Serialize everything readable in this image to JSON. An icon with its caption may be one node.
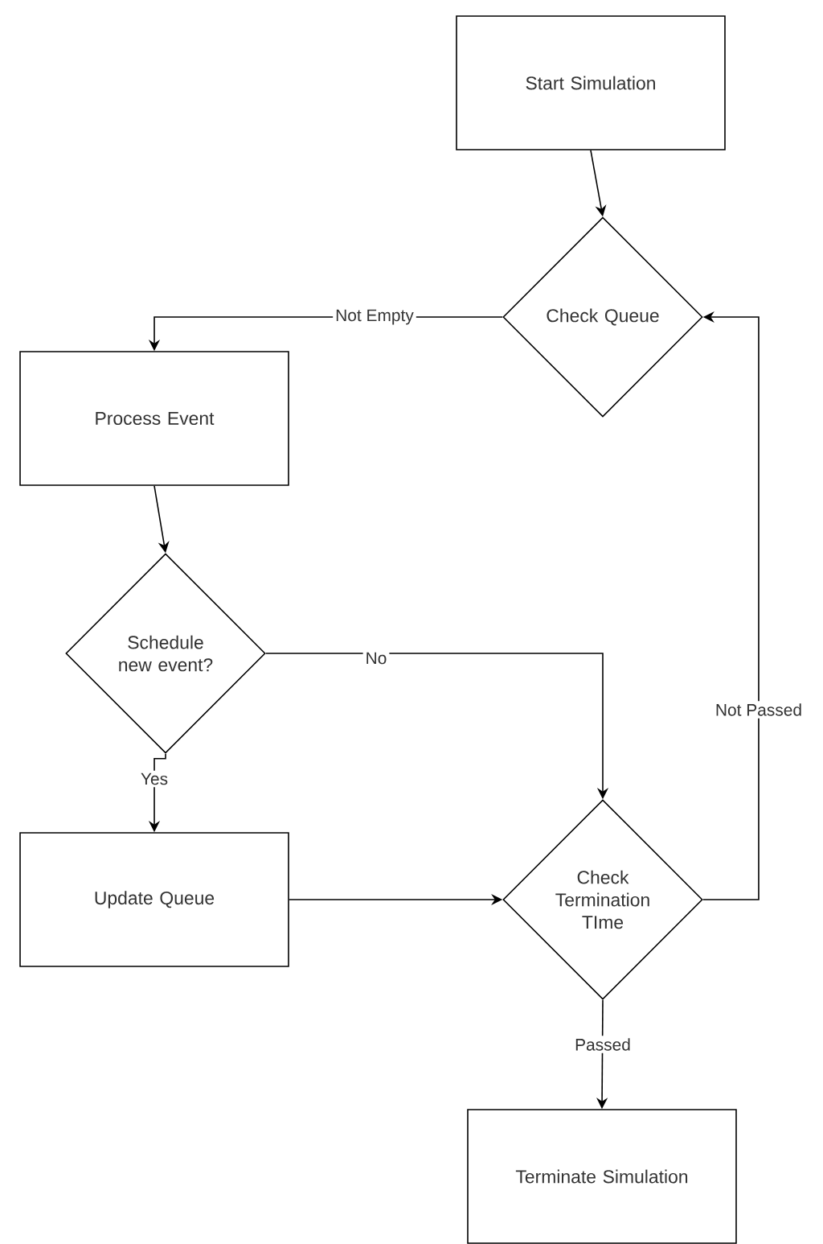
{
  "diagram": {
    "nodes": [
      {
        "text": [
          "Start Simulation"
        ]
      },
      {
        "text": [
          "Check Queue"
        ]
      },
      {
        "text": [
          "Process Event"
        ]
      },
      {
        "text": [
          "Schedule new event?"
        ]
      },
      {
        "text": [
          "Update Queue"
        ]
      },
      {
        "text": [
          "Check Termination TIme"
        ]
      },
      {
        "text": [
          "Terminate Simulation"
        ]
      }
    ],
    "edges": [
      {
        "from": 0,
        "to": 1,
        "arrow": "to"
      },
      {
        "from": 1,
        "to": 2,
        "arrow": "to",
        "label": "Not Empty"
      },
      {
        "from": 2,
        "to": 3,
        "arrow": "to"
      },
      {
        "from": 3,
        "to": 4,
        "arrow": "to",
        "label": "Yes"
      },
      {
        "from": 3,
        "to": 5,
        "arrow": "to",
        "label": "No"
      },
      {
        "from": 4,
        "to": 5,
        "arrow": "to"
      },
      {
        "from": 5,
        "to": 1,
        "arrow": "to",
        "label": "Not Passed"
      },
      {
        "from": 5,
        "to": 6,
        "arrow": "to",
        "label": "Passed"
      }
    ]
  }
}
